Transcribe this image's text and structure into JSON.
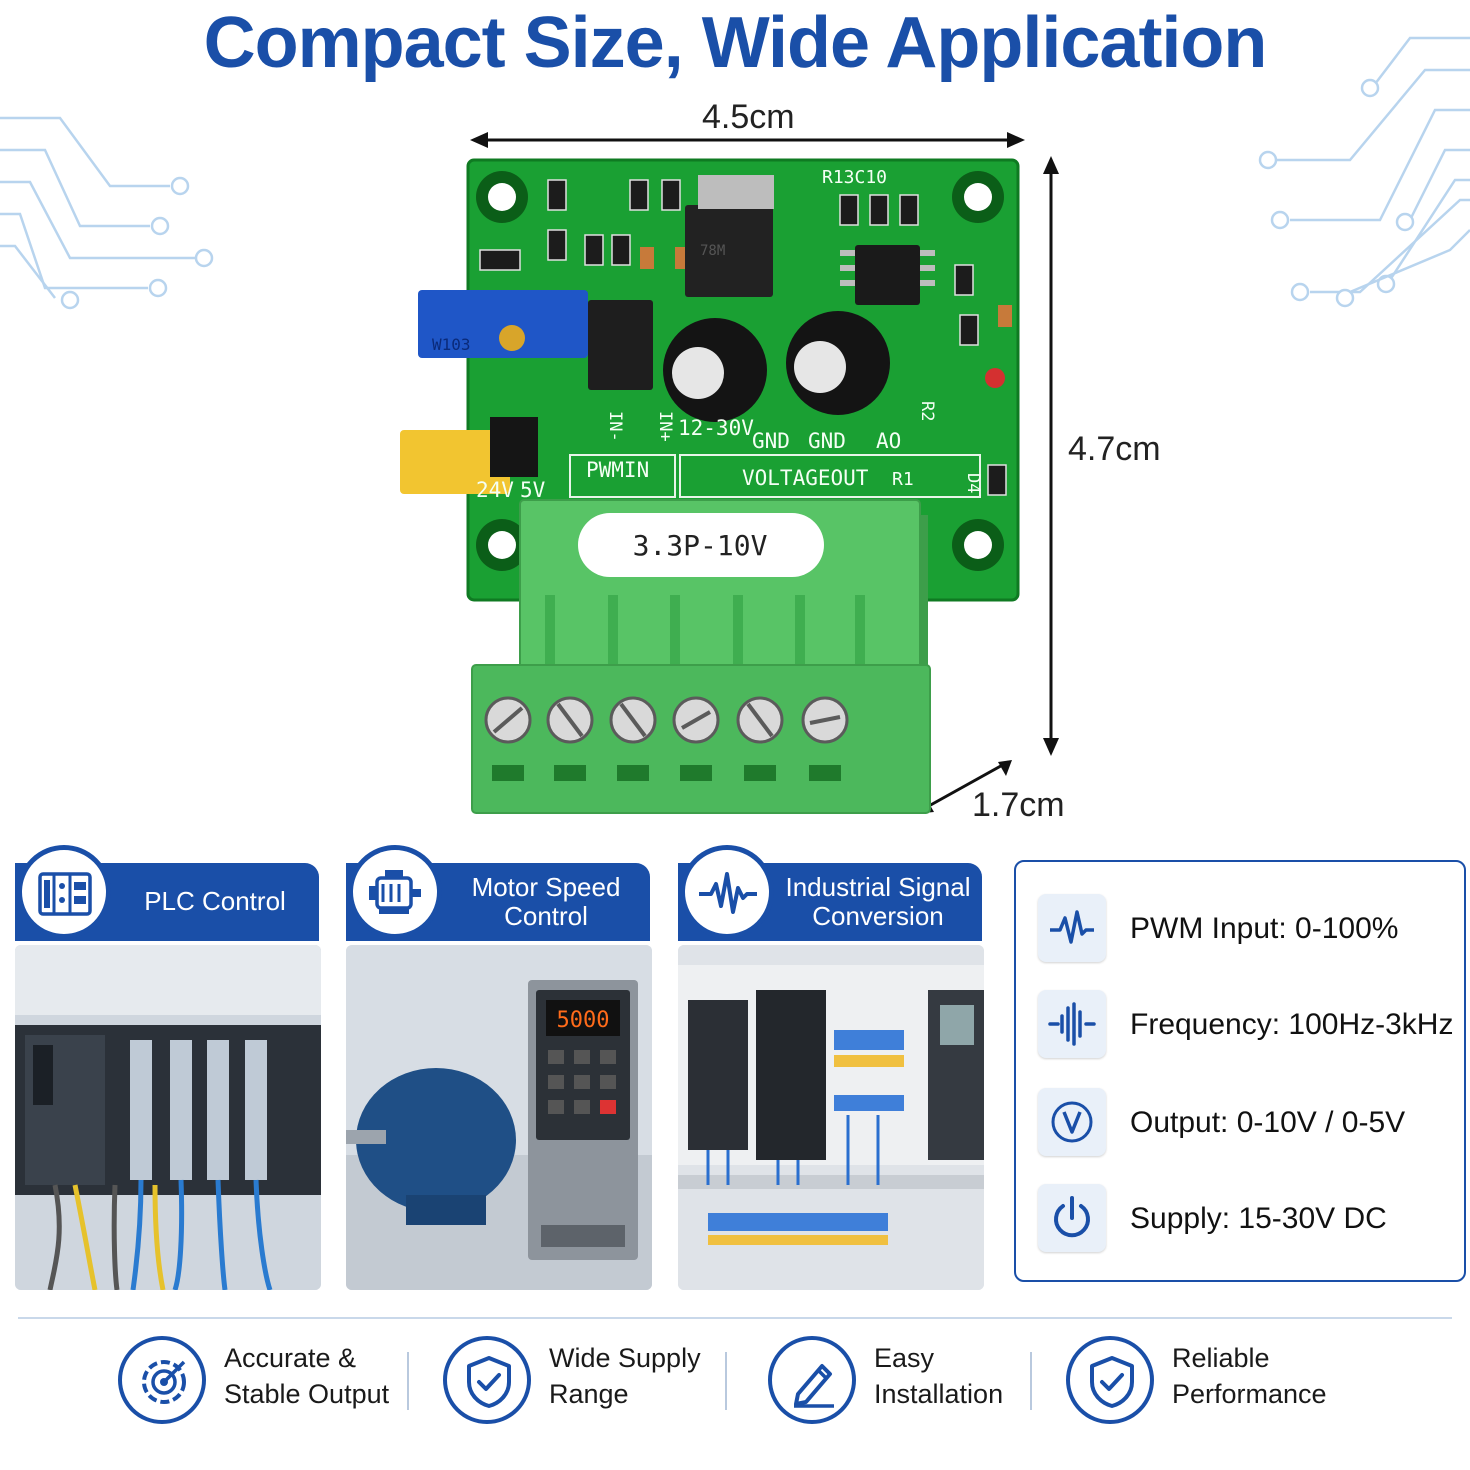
{
  "title": "Compact Size, Wide Application",
  "dimensions": {
    "width": "4.5cm",
    "height": "4.7cm",
    "depth": "1.7cm"
  },
  "board": {
    "label": "3.3P-10V",
    "silkscreen": [
      "PWMIN",
      "VOLTAGEOUT",
      "12-30V",
      "GND",
      "GND",
      "AO",
      "24V",
      "5V",
      "IN+",
      "IN-",
      "R13C10",
      "R1",
      "D4",
      "R2"
    ],
    "chip_mark": "78M",
    "trimmer_mark": "W103"
  },
  "applications": [
    {
      "label": "PLC Control",
      "icon": "plc-module-icon"
    },
    {
      "label": "Motor Speed Control",
      "line1": "Motor Speed",
      "line2": "Control",
      "icon": "motor-icon"
    },
    {
      "label": "Industrial Signal Conversion",
      "line1": "Industrial Signal",
      "line2": "Conversion",
      "icon": "waveform-icon"
    }
  ],
  "vfd_display": "5000",
  "specs": [
    {
      "text": "PWM Input: 0-100%",
      "icon": "pulse-icon"
    },
    {
      "text": "Frequency: 100Hz-3kHz",
      "icon": "frequency-icon"
    },
    {
      "text": "Output: 0-10V / 0-5V",
      "icon": "voltage-icon"
    },
    {
      "text": "Supply: 15-30V DC",
      "icon": "power-icon"
    }
  ],
  "features": [
    {
      "line1": "Accurate &",
      "line2": "Stable Output",
      "icon": "target-gear-icon"
    },
    {
      "line1": "Wide Supply",
      "line2": "Range",
      "icon": "shield-check-icon"
    },
    {
      "line1": "Easy",
      "line2": "Installation",
      "icon": "pen-edit-icon"
    },
    {
      "line1": "Reliable",
      "line2": "Performance",
      "icon": "shield-check-icon"
    }
  ],
  "colors": {
    "brand": "#1a4fa8",
    "pcb": "#1aa033",
    "terminal": "#4cb85c"
  }
}
